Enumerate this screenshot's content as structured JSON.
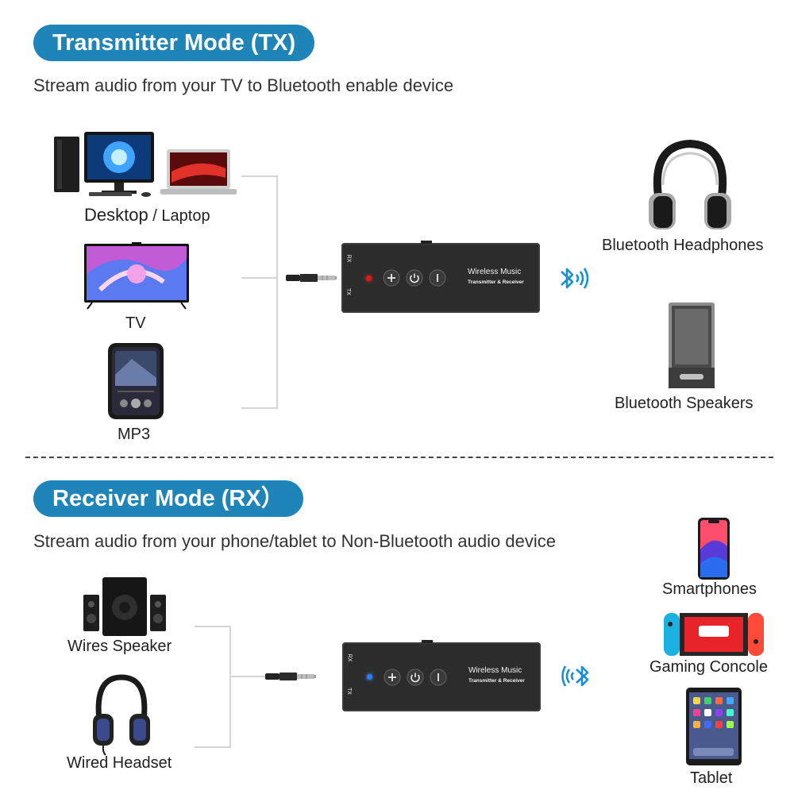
{
  "tx": {
    "header": "Transmitter Mode (TX)",
    "subtitle": "Stream audio from your TV to Bluetooth enable device",
    "sources": {
      "desktop_a": "Desktop",
      "desktop_b": " / Laptop",
      "tv": "TV",
      "mp3": "MP3"
    },
    "targets": {
      "headphones": "Bluetooth Headphones",
      "speakers": "Bluetooth Speakers"
    },
    "device": {
      "brand": "Wireless Music",
      "sub": "Transmitter & Receiver",
      "rx": "RX",
      "tx": "TX",
      "led_color": "#e01818"
    }
  },
  "rx": {
    "header": "Receiver Mode (RX）",
    "subtitle": "Stream audio from your phone/tablet to Non-Bluetooth audio device",
    "outputs": {
      "speaker": "Wires Speaker",
      "headset": "Wired Headset"
    },
    "sources": {
      "phone": "Smartphones",
      "console": "Gaming Concole",
      "tablet": "Tablet"
    },
    "device": {
      "brand": "Wireless Music",
      "sub": "Transmitter & Receiver",
      "rx": "RX",
      "tx": "TX",
      "led_color": "#2a7dff"
    }
  },
  "colors": {
    "accent": "#1f84b8",
    "bluetooth": "#1a8fd6"
  },
  "icons": [
    "bluetooth-icon",
    "plus-icon",
    "power-icon",
    "minus-icon"
  ]
}
